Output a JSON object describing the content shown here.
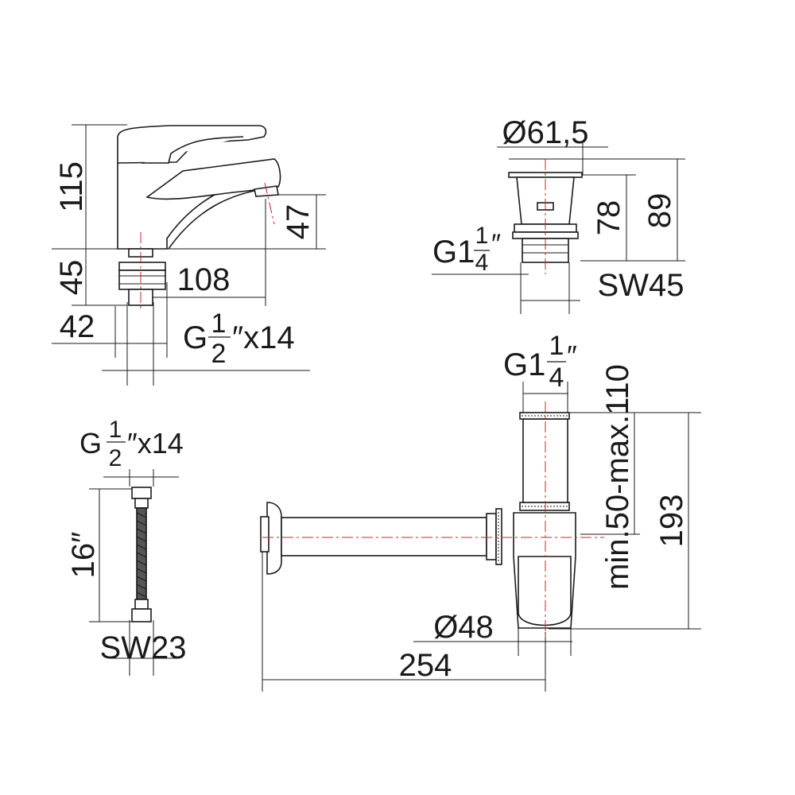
{
  "colors": {
    "line": "#1a1a1a",
    "axis": "#c0282d",
    "background": "#ffffff"
  },
  "faucet": {
    "height_total": "115",
    "spout_height": "47",
    "base_height": "45",
    "reach": "108",
    "base_width": "42",
    "thread_prefix": "G",
    "thread_num": "1",
    "thread_den": "2",
    "thread_suffix": "″x14"
  },
  "drain": {
    "diameter": "Ø61,5",
    "height_inner": "78",
    "height_outer": "89",
    "thread_prefix": "G1",
    "thread_num": "1",
    "thread_den": "4",
    "thread_suffix": "″",
    "wrench": "SW45"
  },
  "hose": {
    "thread_prefix": "G",
    "thread_num": "1",
    "thread_den": "2",
    "thread_suffix": "″x14",
    "length": "16″",
    "wrench": "SW23"
  },
  "siphon": {
    "thread_prefix": "G1",
    "thread_num": "1",
    "thread_den": "4",
    "thread_suffix": "″",
    "adjust_range": "min.50-max.110",
    "height": "193",
    "diameter": "Ø48",
    "length": "254"
  }
}
